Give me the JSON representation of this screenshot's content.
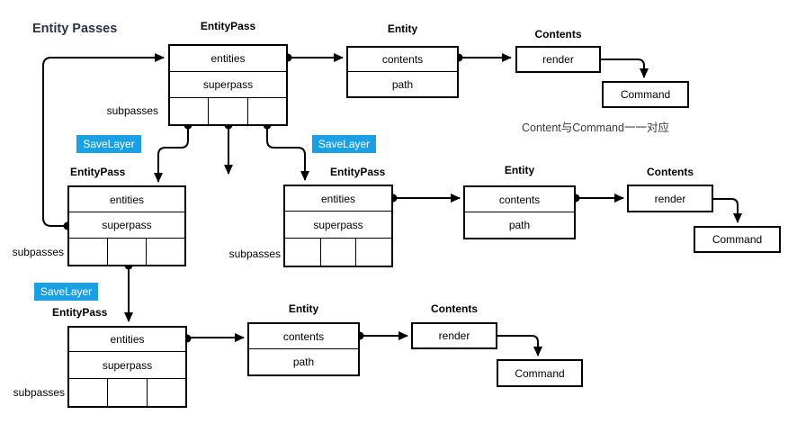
{
  "diagram": {
    "title": "Entity Passes",
    "note": "Content与Command一一对应"
  },
  "labels": {
    "entity_pass_title": "EntityPass",
    "entities_field": "entities",
    "superpass_field": "superpass",
    "subpasses_label": "subpasses",
    "savelayer_badge": "SaveLayer",
    "entity_title": "Entity",
    "contents_field": "contents",
    "path_field": "path",
    "contents_title": "Contents",
    "render_field": "render",
    "command_label": "Command"
  },
  "colors": {
    "savelayer_bg": "#1BA1E2",
    "savelayer_text": "#FFFFFF",
    "box_border": "#000000",
    "connector": "#000000",
    "title_text": "#2D3544",
    "background": "#FFFFFF"
  }
}
